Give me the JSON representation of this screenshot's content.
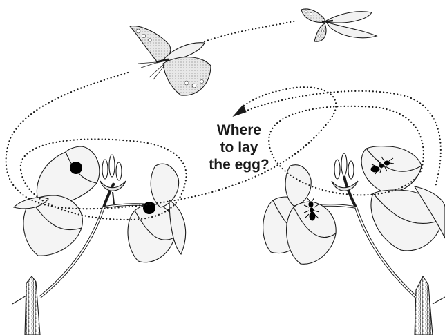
{
  "question": {
    "line1": "Where",
    "line2": "to lay",
    "line3": "the egg?"
  },
  "colors": {
    "ink": "#1a1a1a",
    "leaf_fill": "#f4f4f4",
    "background": "#ffffff"
  }
}
